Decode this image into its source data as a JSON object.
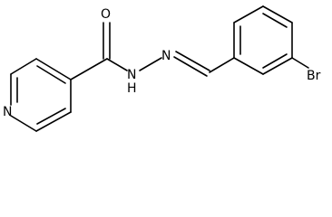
{
  "molecule": {
    "atoms": {
      "oxygen": "O",
      "pyridine_nitrogen": "N",
      "amide_nitrogen": "N",
      "amide_hydrogen": "H",
      "imine_nitrogen": "N",
      "bromine": "Br"
    }
  },
  "colors": {
    "bond": "#000000",
    "label": "#000000",
    "background": "#ffffff"
  }
}
